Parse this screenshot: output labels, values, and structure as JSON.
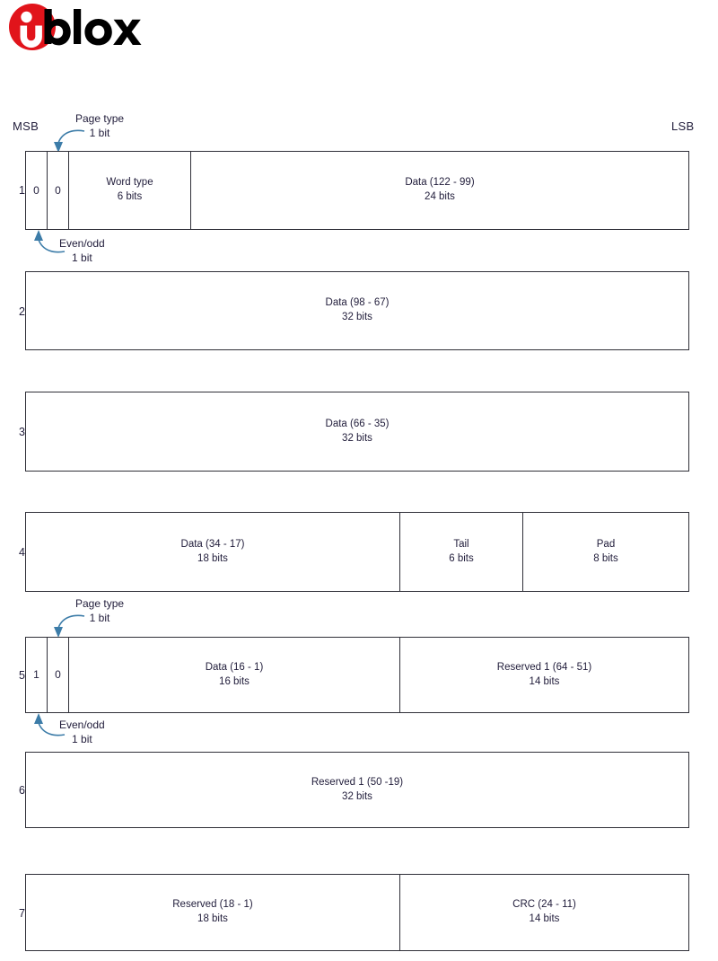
{
  "brand": {
    "name": "u-blox",
    "wordmark": "blox",
    "logo_red": "#e1141b",
    "logo_black": "#000000"
  },
  "diagram": {
    "msb_label": "MSB",
    "lsb_label": "LSB",
    "arrow_color": "#3c7ca8",
    "border_color": "#2f2f38",
    "text_color": "#201c3a",
    "annotations": [
      {
        "id": "page-type-1",
        "line1": "Page type",
        "line2": "1 bit"
      },
      {
        "id": "even-odd-1",
        "line1": "Even/odd",
        "line2": "1 bit"
      },
      {
        "id": "page-type-2",
        "line1": "Page type",
        "line2": "1 bit"
      },
      {
        "id": "even-odd-2",
        "line1": "Even/odd",
        "line2": "1 bit"
      }
    ],
    "rows": [
      {
        "number": "1",
        "cells": [
          {
            "name": "even-odd-bit",
            "line1": "0",
            "line2": ""
          },
          {
            "name": "page-type-bit",
            "line1": "0",
            "line2": ""
          },
          {
            "name": "word-type",
            "line1": "Word type",
            "line2": "6 bits"
          },
          {
            "name": "data-122-99",
            "line1": "Data (122 - 99)",
            "line2": "24 bits"
          }
        ]
      },
      {
        "number": "2",
        "cells": [
          {
            "name": "data-98-67",
            "line1": "Data (98 - 67)",
            "line2": "32 bits"
          }
        ]
      },
      {
        "number": "3",
        "cells": [
          {
            "name": "data-66-35",
            "line1": "Data (66 - 35)",
            "line2": "32 bits"
          }
        ]
      },
      {
        "number": "4",
        "cells": [
          {
            "name": "data-34-17",
            "line1": "Data (34 - 17)",
            "line2": "18 bits"
          },
          {
            "name": "tail",
            "line1": "Tail",
            "line2": "6 bits"
          },
          {
            "name": "pad",
            "line1": "Pad",
            "line2": "8 bits"
          }
        ]
      },
      {
        "number": "5",
        "cells": [
          {
            "name": "even-odd-bit",
            "line1": "1",
            "line2": ""
          },
          {
            "name": "page-type-bit",
            "line1": "0",
            "line2": ""
          },
          {
            "name": "data-16-1",
            "line1": "Data (16 - 1)",
            "line2": "16 bits"
          },
          {
            "name": "reserved-1-64-51",
            "line1": "Reserved 1 (64 - 51)",
            "line2": "14 bits"
          }
        ]
      },
      {
        "number": "6",
        "cells": [
          {
            "name": "reserved-1-50-19",
            "line1": "Reserved 1 (50 -19)",
            "line2": "32 bits"
          }
        ]
      },
      {
        "number": "7",
        "cells": [
          {
            "name": "reserved-18-1",
            "line1": "Reserved (18 - 1)",
            "line2": "18 bits"
          },
          {
            "name": "crc-24-11",
            "line1": "CRC (24 - 11)",
            "line2": "14 bits"
          }
        ]
      }
    ]
  }
}
